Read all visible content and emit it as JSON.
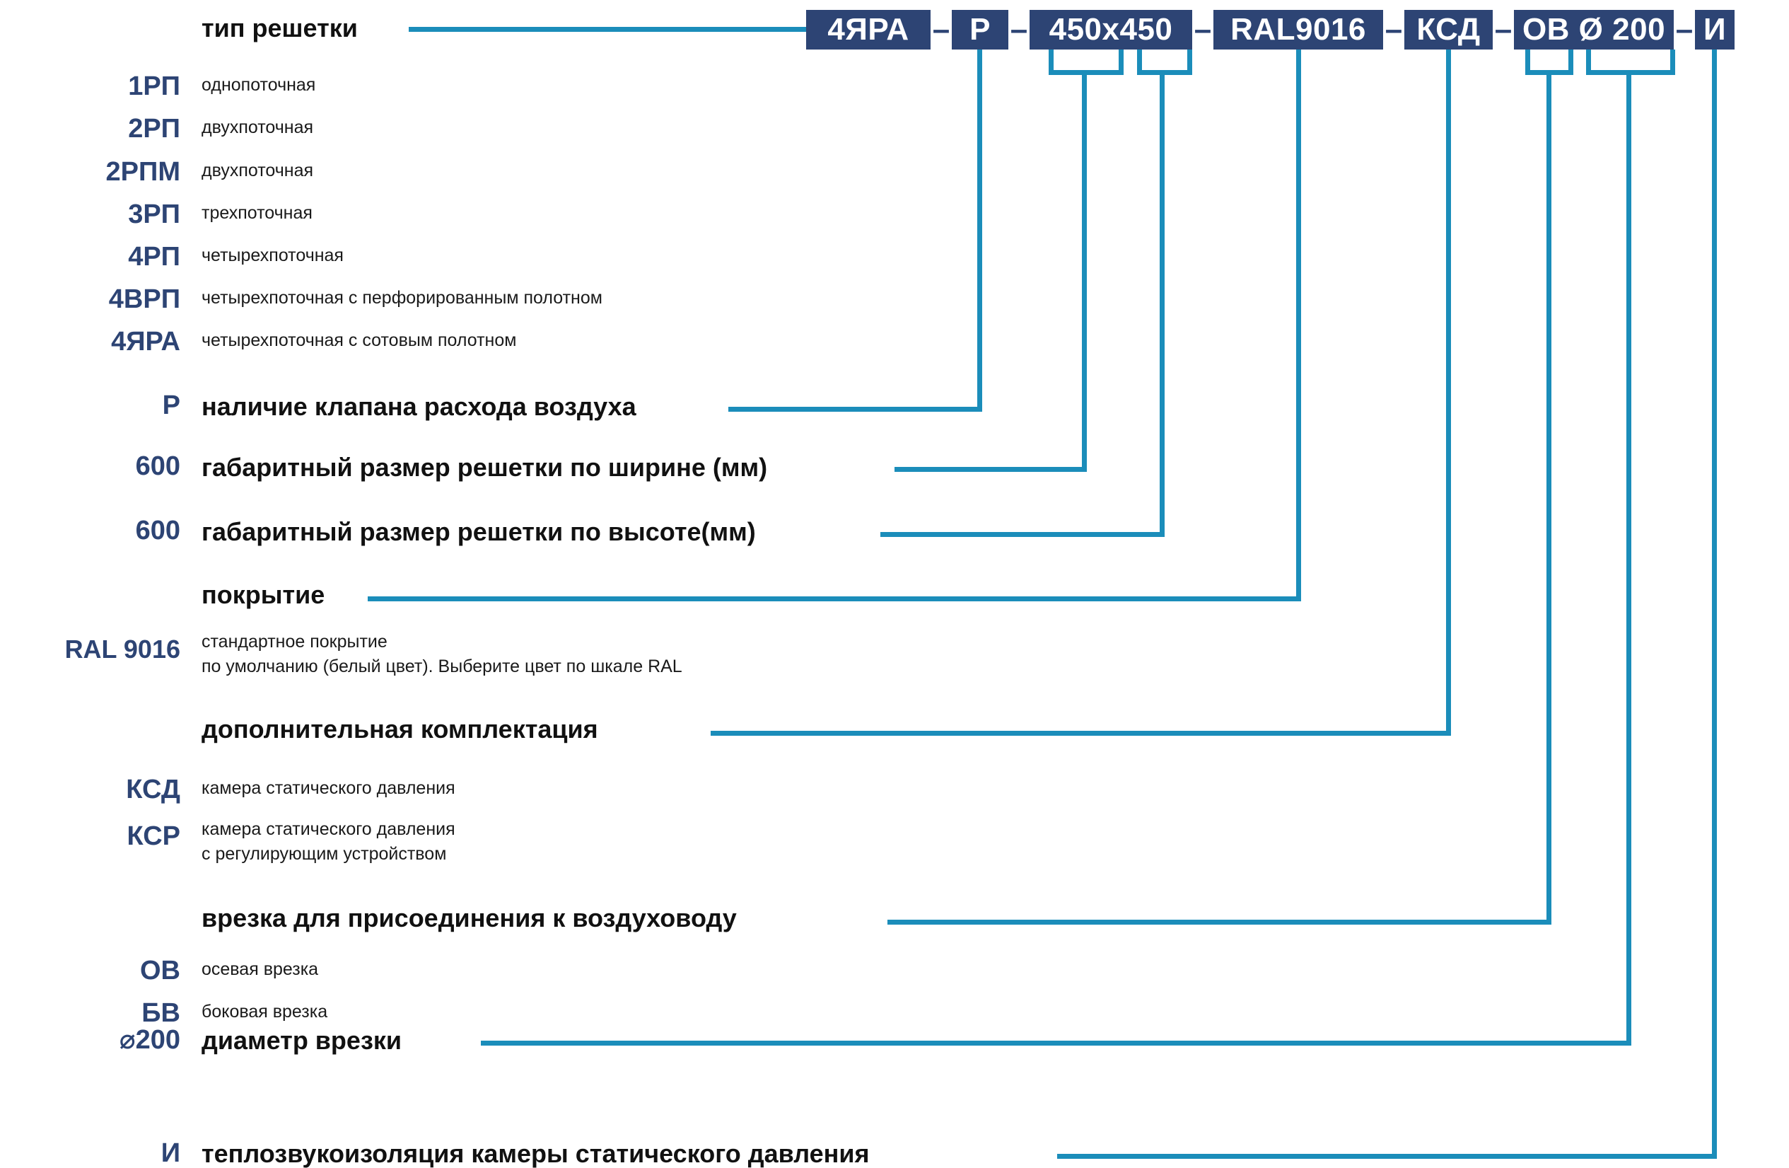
{
  "colors": {
    "navy": "#2d4474",
    "cyan": "#1b8dba",
    "text": "#1a1a1a",
    "background": "#ffffff"
  },
  "code_string": {
    "boxes": [
      {
        "id": "grille-type",
        "text": "4ЯРА"
      },
      {
        "id": "valve",
        "text": "Р"
      },
      {
        "id": "dimensions",
        "text": "450x450"
      },
      {
        "id": "coating",
        "text": "RAL9016"
      },
      {
        "id": "extra-equipment",
        "text": "КСД"
      },
      {
        "id": "duct-connection",
        "text": "ОВ Ø 200"
      },
      {
        "id": "insulation",
        "text": "И"
      }
    ],
    "separator": "–"
  },
  "sections": {
    "grille_type": {
      "title": "тип решетки",
      "options": [
        {
          "code": "1РП",
          "desc": "однопоточная"
        },
        {
          "code": "2РП",
          "desc": "двухпоточная"
        },
        {
          "code": "2РПМ",
          "desc": "двухпоточная"
        },
        {
          "code": "3РП",
          "desc": "трехпоточная"
        },
        {
          "code": "4РП",
          "desc": "четырехпоточная"
        },
        {
          "code": "4ВРП",
          "desc": "четырехпоточная с перфорированным полотном"
        },
        {
          "code": "4ЯРА",
          "desc": "четырехпоточная с сотовым полотном"
        }
      ]
    },
    "valve": {
      "code": "Р",
      "title": "наличие клапана расхода воздуха"
    },
    "width": {
      "code": "600",
      "title": "габаритный размер решетки по ширине (мм)"
    },
    "height": {
      "code": "600",
      "title": "габаритный размер решетки по высоте(мм)"
    },
    "coating": {
      "title": "покрытие",
      "options": [
        {
          "code": "RAL 9016",
          "desc_line1": "стандартное покрытие",
          "desc_line2": "по умолчанию (белый цвет). Выберите цвет по шкале RAL"
        }
      ]
    },
    "extra_equipment": {
      "title": "дополнительная комплектация",
      "options": [
        {
          "code": "КСД",
          "desc_line1": "камера статического давления",
          "desc_line2": ""
        },
        {
          "code": "КСР",
          "desc_line1": "камера статического давления",
          "desc_line2": "с регулирующим устройством"
        }
      ]
    },
    "duct_connection": {
      "title": "врезка для присоединения к воздуховоду",
      "options": [
        {
          "code": "ОВ",
          "desc": "осевая врезка"
        },
        {
          "code": "БВ",
          "desc": "боковая врезка"
        }
      ]
    },
    "diameter": {
      "code": "⌀200",
      "title": "диаметр врезки"
    },
    "insulation": {
      "code": "И",
      "title": "теплозвукоизоляция камеры статического давления"
    }
  }
}
